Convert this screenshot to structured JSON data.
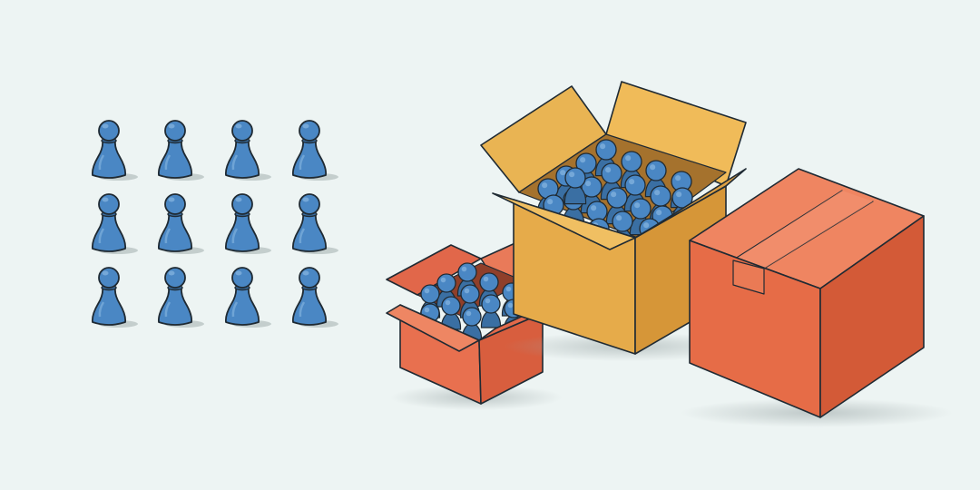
{
  "scene": {
    "background": "#edf4f3",
    "colors": {
      "pawn": "#4a87c4",
      "pawn_shade": "#3a6fa3",
      "pawn_highlight": "#7fb0dd",
      "box_small": "#e8704f",
      "box_medium": "#e6ab4a",
      "box_large": "#e66c47",
      "box_interior_dark": "#9b6b2a",
      "outline": "#1f2a33"
    },
    "loose_pawns": {
      "rows": 3,
      "columns": 4,
      "count": 12,
      "icon": "pawn-icon"
    },
    "boxes": [
      {
        "name": "small-open-box",
        "state": "open",
        "color": "#e8704f",
        "pawns_inside": 11
      },
      {
        "name": "medium-open-box",
        "state": "open",
        "color": "#e6ab4a",
        "pawns_inside": 22
      },
      {
        "name": "large-closed-box",
        "state": "closed-taped",
        "color": "#e66c47"
      }
    ]
  }
}
